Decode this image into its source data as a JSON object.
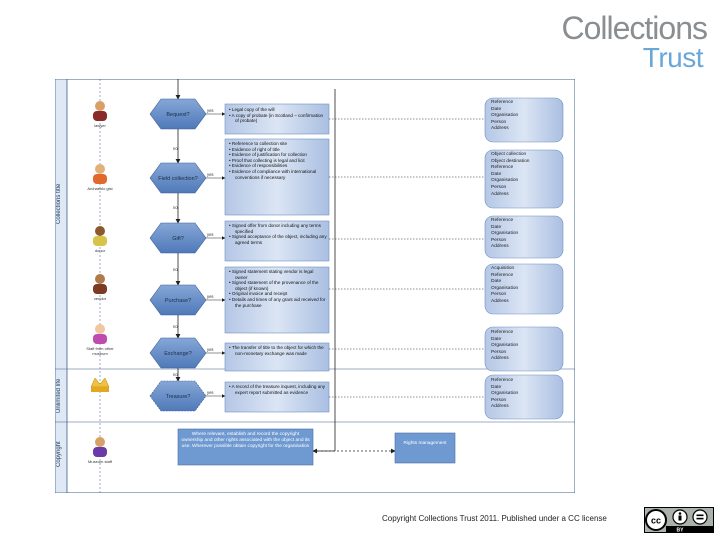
{
  "logo": {
    "line1": "Collections",
    "line2": "Trust"
  },
  "lanes": [
    {
      "label": "Collections title"
    },
    {
      "label": "Unlimited life"
    },
    {
      "label": "Copyright"
    }
  ],
  "actors": [
    {
      "caption": "lawyer"
    },
    {
      "caption": "Archaeolo gist"
    },
    {
      "caption": "donor"
    },
    {
      "caption": "vendor"
    },
    {
      "caption": "Staff from other museum"
    },
    {
      "caption": ""
    },
    {
      "caption": "Museum staff"
    }
  ],
  "decisions": [
    {
      "label": "Bequest?",
      "yes": "yes",
      "no": "no"
    },
    {
      "label": "Field collection?",
      "yes": "yes",
      "no": "no"
    },
    {
      "label": "Gift?",
      "yes": "yes",
      "no": "no"
    },
    {
      "label": "Purchase?",
      "yes": "yes",
      "no": "no"
    },
    {
      "label": "Exchange?",
      "yes": "yes",
      "no": "no"
    },
    {
      "label": "Treasure?",
      "yes": "yes",
      "no": ""
    }
  ],
  "documents": [
    {
      "items": [
        "Legal copy of the will",
        "A copy of probate (in Scotland – confirmation of probate)"
      ]
    },
    {
      "items": [
        "Reference to collection site",
        "Evidence of right of title",
        "Evidence of justification for collection",
        "Proof that collecting is legal and licit",
        "Evidence of responsibilities",
        "Evidence of compliance with international conventions if necessary"
      ]
    },
    {
      "items": [
        "Signed offer from donor including any terms specified",
        "Signed acceptance of the object, including any agreed terms"
      ]
    },
    {
      "items": [
        "Signed statement stating vendor is legal owner",
        "Signed statement of the provenance of the object (if known)",
        "Original invoice and receipt",
        "Details and times of any grant aid received for the purchase"
      ]
    },
    {
      "items": [
        "The transfer of title to the object for which the non-monetary exchange was made"
      ]
    },
    {
      "items": [
        "A record of the treasure inquest, including any expert report submitted as evidence"
      ]
    }
  ],
  "records": [
    {
      "fields": [
        "Reference",
        "Date",
        "Organisation",
        "Person",
        "Address"
      ]
    },
    {
      "fields": [
        "Object collection",
        "Object destination",
        "Reference",
        "Date",
        "Organisation",
        "Person",
        "Address"
      ]
    },
    {
      "fields": [
        "Reference",
        "Date",
        "Organisation",
        "Person",
        "Address"
      ]
    },
    {
      "fields": [
        "Acquisition",
        "Reference",
        "Date",
        "Organisation",
        "Person",
        "Address"
      ]
    },
    {
      "fields": [
        "Reference",
        "Date",
        "Organisation",
        "Person",
        "Address"
      ]
    },
    {
      "fields": [
        "Reference",
        "Date",
        "Organisation",
        "Person",
        "Address"
      ]
    }
  ],
  "copyright_box": {
    "text": "Where relevant, establish and record the copyright ownership and other rights associated with the object and its use. Wherever possible obtain copyright for the organisation"
  },
  "rights_box": {
    "text": "Rights management"
  },
  "footer": {
    "text": "Copyright Collections Trust 2011. Published under a CC license"
  },
  "cc_badge": {
    "text": "BY"
  },
  "colors": {
    "lane_band": "#4b6e96",
    "box_blue": "#6f9ad1",
    "db_fill": "#c8d6ec",
    "lane_label_bg": "#dfe8f5",
    "decision_fill": "#4f79b9"
  }
}
